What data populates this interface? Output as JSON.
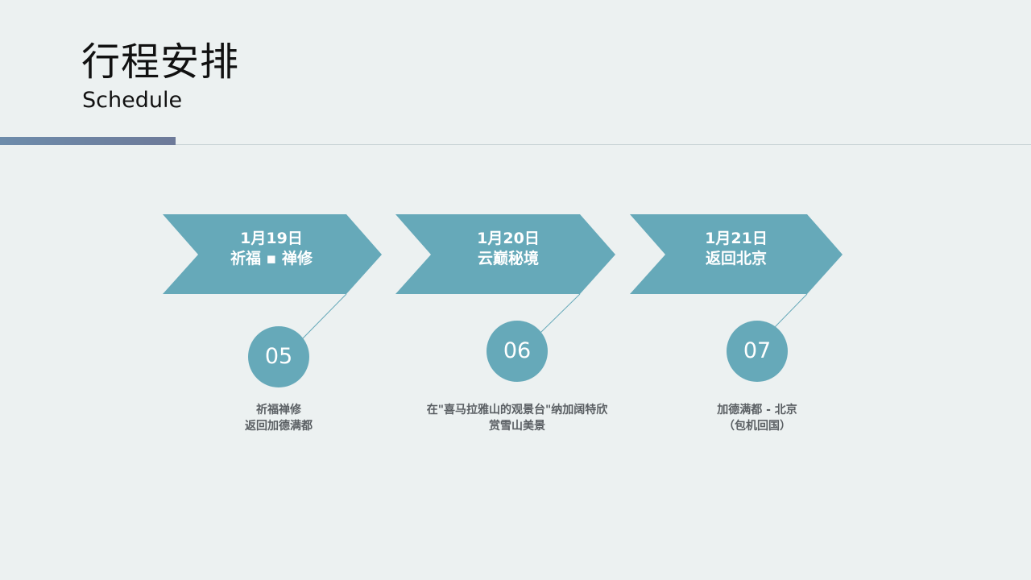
{
  "header": {
    "title": "行程安排",
    "subtitle": "Schedule"
  },
  "colors": {
    "arrow_fill": "#66a9b9",
    "circle_fill": "#66a9b9",
    "connector": "#66a9b9",
    "accent_bar": "#6d86a6",
    "background": "#ecf1f1"
  },
  "steps": [
    {
      "date": "1月19日",
      "theme": "祈福 ▪ 禅修",
      "number": "05",
      "desc_line1": "祈福禅修",
      "desc_line2": "返回加德满都"
    },
    {
      "date": "1月20日",
      "theme": "云巅秘境",
      "number": "06",
      "desc_line1": "在\"喜马拉雅山的观景台\"纳加阔特欣",
      "desc_line2": "赏雪山美景"
    },
    {
      "date": "1月21日",
      "theme": "返回北京",
      "number": "07",
      "desc_line1": "加德满都 - 北京",
      "desc_line2": "（包机回国）"
    }
  ]
}
